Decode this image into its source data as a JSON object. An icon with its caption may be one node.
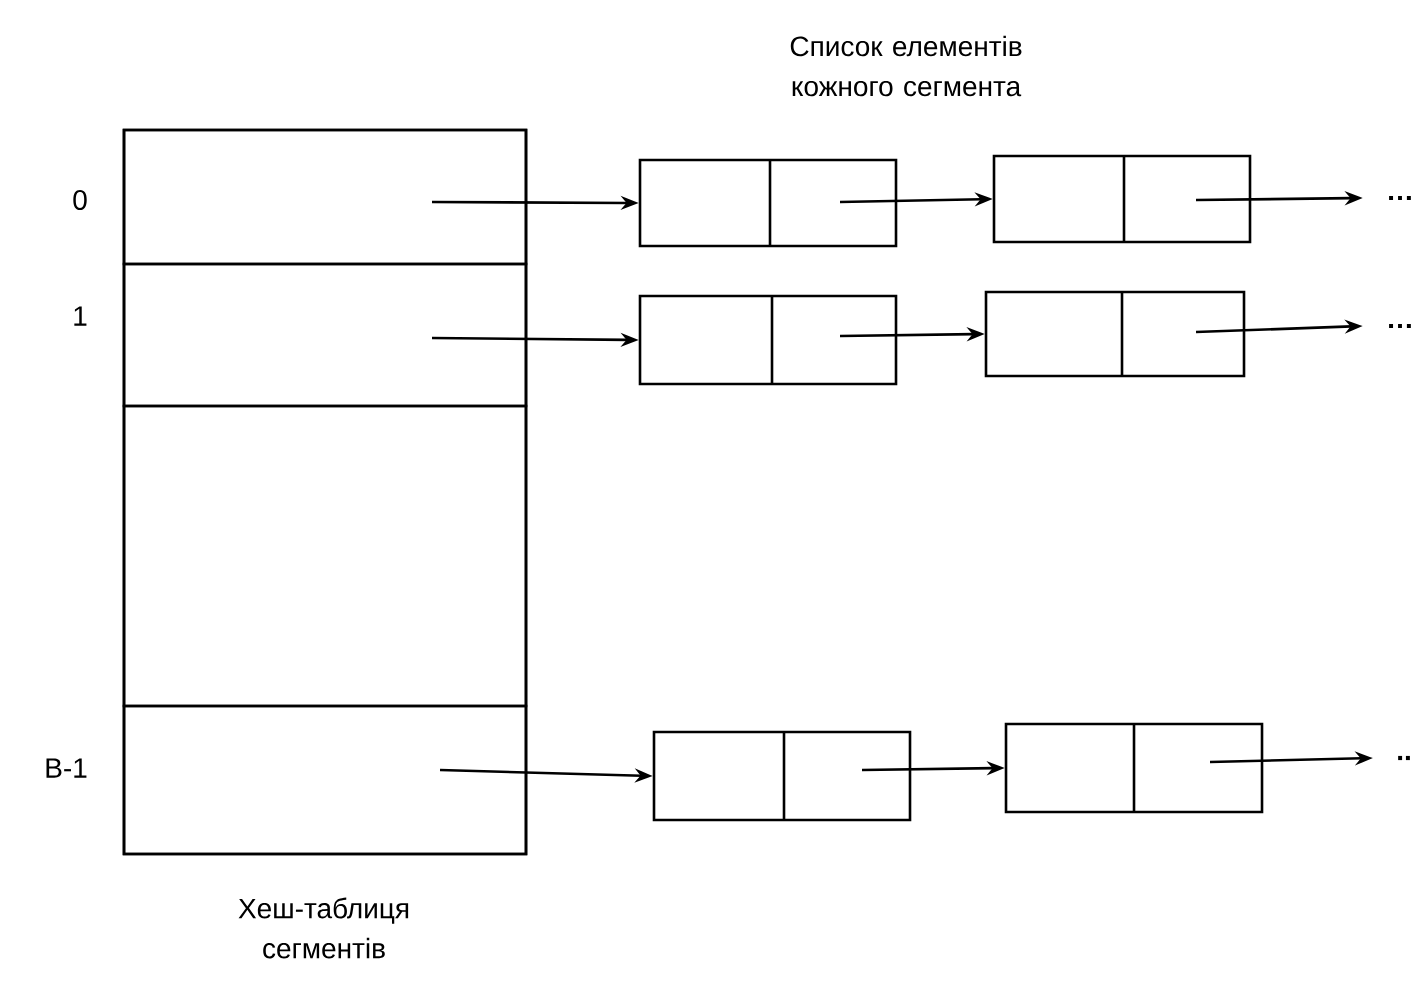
{
  "diagram": {
    "nodes": [
      {
        "text": [],
        "shape": "box",
        "beside": [
          "Хеш-таблиця сегментів"
        ]
      },
      {
        "text": [],
        "shape": "box",
        "in": 0,
        "beside": [
          "0"
        ]
      },
      {
        "text": [],
        "shape": "box",
        "in": 0,
        "beside": [
          "1"
        ]
      },
      {
        "text": [],
        "shape": "box",
        "in": 0
      },
      {
        "text": [],
        "shape": "box",
        "in": 0,
        "beside": [
          "B-1"
        ]
      },
      {
        "text": [],
        "shape": "box"
      },
      {
        "text": [],
        "shape": "box"
      },
      {
        "text": [
          "…"
        ]
      },
      {
        "text": [],
        "shape": "box"
      },
      {
        "text": [],
        "shape": "box"
      },
      {
        "text": [
          "…"
        ]
      },
      {
        "text": [],
        "shape": "box"
      },
      {
        "text": [],
        "shape": "box"
      },
      {
        "text": [
          ".."
        ]
      }
    ],
    "edges": [
      {
        "from": 1,
        "to": 5,
        "arrow": "to"
      },
      {
        "from": 5,
        "to": 6,
        "arrow": "to"
      },
      {
        "from": 6,
        "to": 7,
        "arrow": "to"
      },
      {
        "from": 2,
        "to": 8,
        "arrow": "to"
      },
      {
        "from": 8,
        "to": 9,
        "arrow": "to"
      },
      {
        "from": 9,
        "to": 10,
        "arrow": "to"
      },
      {
        "from": 4,
        "to": 11,
        "arrow": "to"
      },
      {
        "from": 11,
        "to": 12,
        "arrow": "to"
      },
      {
        "from": 12,
        "to": 13,
        "arrow": "to"
      }
    ],
    "labels": [
      "Список елементів кожного сегмента"
    ]
  }
}
